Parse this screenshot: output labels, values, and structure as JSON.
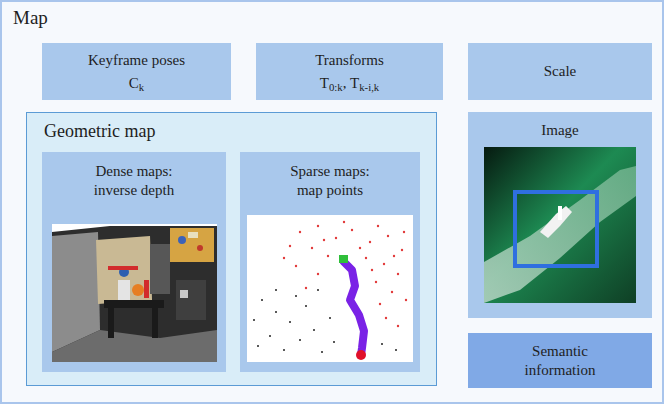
{
  "diagram": {
    "nodes": [
      {
        "text": [
          "Map"
        ]
      },
      {
        "text": [
          "Keyframe poses",
          "Ck"
        ],
        "in": 0
      },
      {
        "text": [
          "Transforms",
          "T0:k, Tk-i,k"
        ],
        "in": 0
      },
      {
        "text": [
          "Scale"
        ],
        "in": 0
      },
      {
        "text": [
          "Geometric map"
        ],
        "in": 0
      },
      {
        "text": [
          "Dense maps: inverse depth"
        ],
        "in": 4
      },
      {
        "text": [
          "Sparse maps: map points"
        ],
        "in": 4
      },
      {
        "text": [
          "Image"
        ],
        "in": 0
      },
      {
        "text": [
          "Semantic information"
        ],
        "in": 0
      }
    ]
  }
}
